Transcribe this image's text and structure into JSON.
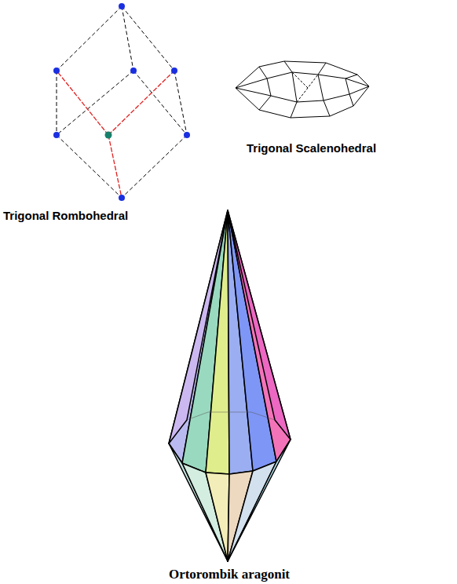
{
  "diagram": {
    "labels": [
      "Trigonal Scalenohedral",
      "Trigonal Rombohedral",
      "Ortorombik aragonit"
    ]
  }
}
